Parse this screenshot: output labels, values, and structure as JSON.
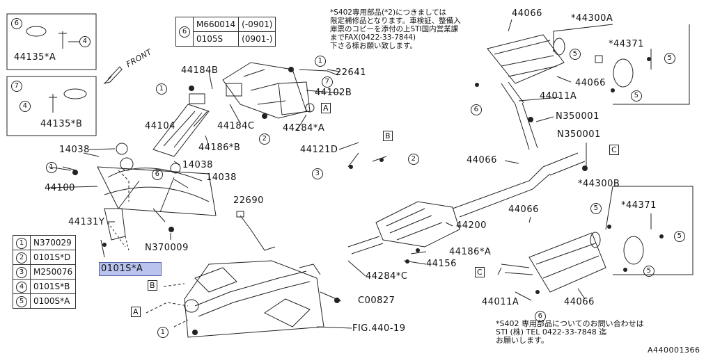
{
  "diagram_id": "A440001366",
  "fig_ref": "FIG.440-19",
  "front_label": "FRONT",
  "box6": {
    "num": "6",
    "rows": [
      [
        "M660014",
        "(-0901)"
      ],
      [
        "0105S",
        "(0901-)"
      ]
    ]
  },
  "box_a": {
    "num": "6",
    "part": "44135*A",
    "callout": "4"
  },
  "box_b": {
    "num": "7",
    "part": "44135*B",
    "callout": "4"
  },
  "legend": [
    {
      "n": "1",
      "part": "N370029"
    },
    {
      "n": "2",
      "part": "0101S*D"
    },
    {
      "n": "3",
      "part": "M250076"
    },
    {
      "n": "4",
      "part": "0101S*B"
    },
    {
      "n": "5",
      "part": "0100S*A"
    }
  ],
  "highlighted": "0101S*A",
  "labels": {
    "l44184B": "44184B",
    "l44104": "44104",
    "l44184C": "44184C",
    "l44186B": "44186*B",
    "l14038a": "14038",
    "l14038b": "14038",
    "l14038c": "14038",
    "l44100": "44100",
    "l44131Y": "44131Y",
    "l22641": "22641",
    "l44102B": "44102B",
    "l44284A": "44284*A",
    "l44121D": "44121D",
    "l22690": "22690",
    "lN370009": "N370009",
    "l44200": "44200",
    "l44186A": "44186*A",
    "l44156": "44156",
    "l44284C": "44284*C",
    "lC00827": "C00827",
    "l44066a": "44066",
    "l44066b": "44066",
    "l44066c": "44066",
    "l44066d": "44066",
    "l44066e": "44066",
    "l44300A": "*44300A",
    "l44371a": "*44371",
    "l44011Aa": "44011A",
    "lN350001a": "N350001",
    "lN350001b": "N350001",
    "l44300B": "*44300B",
    "l44371b": "*44371",
    "l44011Ab": "44011A"
  },
  "note_top": [
    "*S402専用部品(*2)につきましては",
    "限定補修品となります。車検証、整備入",
    "庫票のコピーを添付の上STI国内営業課",
    "までFAX(0422-33-7844)",
    "下さる様お願い致します。"
  ],
  "note_bottom": [
    "*S402 専用部品についてのお問い合わせは",
    "STI (株) TEL 0422-33-7848 迄",
    "お願いします。"
  ]
}
